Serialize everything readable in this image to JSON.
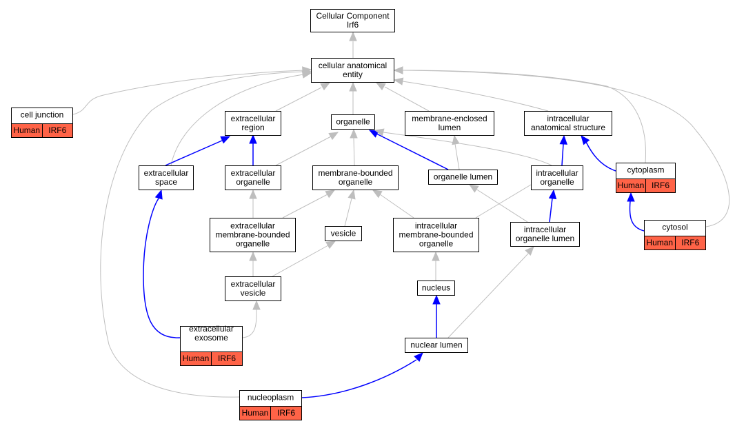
{
  "colors": {
    "is_a": "#BEBEBE",
    "part_of": "#0000FF",
    "annotation": "#FF6347"
  },
  "nodes": [
    {
      "id": "root",
      "text": [
        "Cellular Component",
        "Irf6"
      ]
    },
    {
      "id": "cae",
      "text": [
        "cellular anatomical",
        "entity"
      ]
    },
    {
      "id": "cell_junction",
      "text": [
        "cell junction"
      ],
      "annotation": [
        "Human",
        "IRF6"
      ]
    },
    {
      "id": "extracellular_region",
      "text": [
        "extracellular",
        "region"
      ]
    },
    {
      "id": "organelle",
      "text": [
        "organelle"
      ]
    },
    {
      "id": "membrane_enclosed_lumen",
      "text": [
        "membrane-enclosed",
        "lumen"
      ]
    },
    {
      "id": "intracellular_anatomical_structure",
      "text": [
        "intracellular",
        "anatomical structure"
      ]
    },
    {
      "id": "extracellular_space",
      "text": [
        "extracellular",
        "space"
      ]
    },
    {
      "id": "extracellular_organelle",
      "text": [
        "extracellular",
        "organelle"
      ]
    },
    {
      "id": "membrane_bounded_organelle",
      "text": [
        "membrane-bounded",
        "organelle"
      ]
    },
    {
      "id": "organelle_lumen",
      "text": [
        "organelle lumen"
      ]
    },
    {
      "id": "intracellular_organelle",
      "text": [
        "intracellular",
        "organelle"
      ]
    },
    {
      "id": "cytoplasm",
      "text": [
        "cytoplasm"
      ],
      "annotation": [
        "Human",
        "IRF6"
      ]
    },
    {
      "id": "extracellular_mbo",
      "text": [
        "extracellular",
        "membrane-bounded",
        "organelle"
      ]
    },
    {
      "id": "vesicle",
      "text": [
        "vesicle"
      ]
    },
    {
      "id": "intracellular_mbo",
      "text": [
        "intracellular",
        "membrane-bounded",
        "organelle"
      ]
    },
    {
      "id": "intracellular_organelle_lumen",
      "text": [
        "intracellular",
        "organelle lumen"
      ]
    },
    {
      "id": "cytosol",
      "text": [
        "cytosol"
      ],
      "annotation": [
        "Human",
        "IRF6"
      ]
    },
    {
      "id": "extracellular_vesicle",
      "text": [
        "extracellular",
        "vesicle"
      ]
    },
    {
      "id": "nucleus",
      "text": [
        "nucleus"
      ]
    },
    {
      "id": "extracellular_exosome",
      "text": [
        "extracellular",
        "exosome"
      ],
      "annotation": [
        "Human",
        "IRF6"
      ]
    },
    {
      "id": "nuclear_lumen",
      "text": [
        "nuclear lumen"
      ]
    },
    {
      "id": "nucleoplasm",
      "text": [
        "nucleoplasm"
      ],
      "annotation": [
        "Human",
        "IRF6"
      ]
    }
  ],
  "edges": [
    {
      "from": "cae",
      "to": "root",
      "type": "is_a"
    },
    {
      "from": "cell_junction",
      "to": "cae",
      "type": "is_a"
    },
    {
      "from": "extracellular_region",
      "to": "cae",
      "type": "is_a"
    },
    {
      "from": "organelle",
      "to": "cae",
      "type": "is_a"
    },
    {
      "from": "membrane_enclosed_lumen",
      "to": "cae",
      "type": "is_a"
    },
    {
      "from": "intracellular_anatomical_structure",
      "to": "cae",
      "type": "is_a"
    },
    {
      "from": "extracellular_space",
      "to": "cae",
      "type": "is_a"
    },
    {
      "from": "cytoplasm",
      "to": "cae",
      "type": "is_a"
    },
    {
      "from": "cytosol",
      "to": "cae",
      "type": "is_a"
    },
    {
      "from": "nucleoplasm",
      "to": "cae",
      "type": "is_a"
    },
    {
      "from": "extracellular_space",
      "to": "extracellular_region",
      "type": "part_of"
    },
    {
      "from": "extracellular_organelle",
      "to": "extracellular_region",
      "type": "part_of"
    },
    {
      "from": "extracellular_organelle",
      "to": "organelle",
      "type": "is_a"
    },
    {
      "from": "membrane_bounded_organelle",
      "to": "organelle",
      "type": "is_a"
    },
    {
      "from": "organelle_lumen",
      "to": "organelle",
      "type": "part_of"
    },
    {
      "from": "intracellular_organelle",
      "to": "organelle",
      "type": "is_a"
    },
    {
      "from": "organelle_lumen",
      "to": "membrane_enclosed_lumen",
      "type": "is_a"
    },
    {
      "from": "intracellular_organelle",
      "to": "intracellular_anatomical_structure",
      "type": "part_of"
    },
    {
      "from": "cytoplasm",
      "to": "intracellular_anatomical_structure",
      "type": "part_of"
    },
    {
      "from": "extracellular_mbo",
      "to": "extracellular_organelle",
      "type": "is_a"
    },
    {
      "from": "extracellular_mbo",
      "to": "membrane_bounded_organelle",
      "type": "is_a"
    },
    {
      "from": "vesicle",
      "to": "membrane_bounded_organelle",
      "type": "is_a"
    },
    {
      "from": "intracellular_mbo",
      "to": "membrane_bounded_organelle",
      "type": "is_a"
    },
    {
      "from": "intracellular_mbo",
      "to": "intracellular_organelle",
      "type": "is_a"
    },
    {
      "from": "intracellular_organelle_lumen",
      "to": "organelle_lumen",
      "type": "is_a"
    },
    {
      "from": "intracellular_organelle_lumen",
      "to": "intracellular_organelle",
      "type": "part_of"
    },
    {
      "from": "cytosol",
      "to": "cytoplasm",
      "type": "part_of"
    },
    {
      "from": "extracellular_vesicle",
      "to": "extracellular_mbo",
      "type": "is_a"
    },
    {
      "from": "extracellular_vesicle",
      "to": "vesicle",
      "type": "is_a"
    },
    {
      "from": "nucleus",
      "to": "intracellular_mbo",
      "type": "is_a"
    },
    {
      "from": "extracellular_exosome",
      "to": "extracellular_vesicle",
      "type": "is_a"
    },
    {
      "from": "extracellular_exosome",
      "to": "extracellular_space",
      "type": "part_of"
    },
    {
      "from": "nuclear_lumen",
      "to": "nucleus",
      "type": "part_of"
    },
    {
      "from": "nuclear_lumen",
      "to": "intracellular_organelle_lumen",
      "type": "is_a"
    },
    {
      "from": "nucleoplasm",
      "to": "nuclear_lumen",
      "type": "part_of"
    }
  ]
}
